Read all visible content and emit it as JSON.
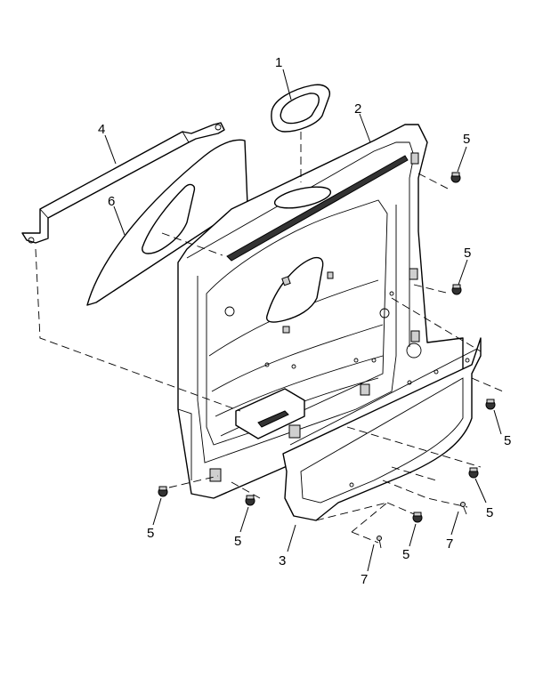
{
  "diagram": {
    "callouts": [
      "1",
      "2",
      "3",
      "4",
      "5",
      "6",
      "7"
    ],
    "labels": [
      {
        "id": "lbl-1",
        "text": "1"
      },
      {
        "id": "lbl-2",
        "text": "2"
      },
      {
        "id": "lbl-3",
        "text": "3"
      },
      {
        "id": "lbl-4",
        "text": "4"
      },
      {
        "id": "lbl-5a",
        "text": "5"
      },
      {
        "id": "lbl-5b",
        "text": "5"
      },
      {
        "id": "lbl-5c",
        "text": "5"
      },
      {
        "id": "lbl-5d",
        "text": "5"
      },
      {
        "id": "lbl-5e",
        "text": "5"
      },
      {
        "id": "lbl-5f",
        "text": "5"
      },
      {
        "id": "lbl-5g",
        "text": "5"
      },
      {
        "id": "lbl-6",
        "text": "6"
      },
      {
        "id": "lbl-7a",
        "text": "7"
      },
      {
        "id": "lbl-7b",
        "text": "7"
      }
    ]
  }
}
